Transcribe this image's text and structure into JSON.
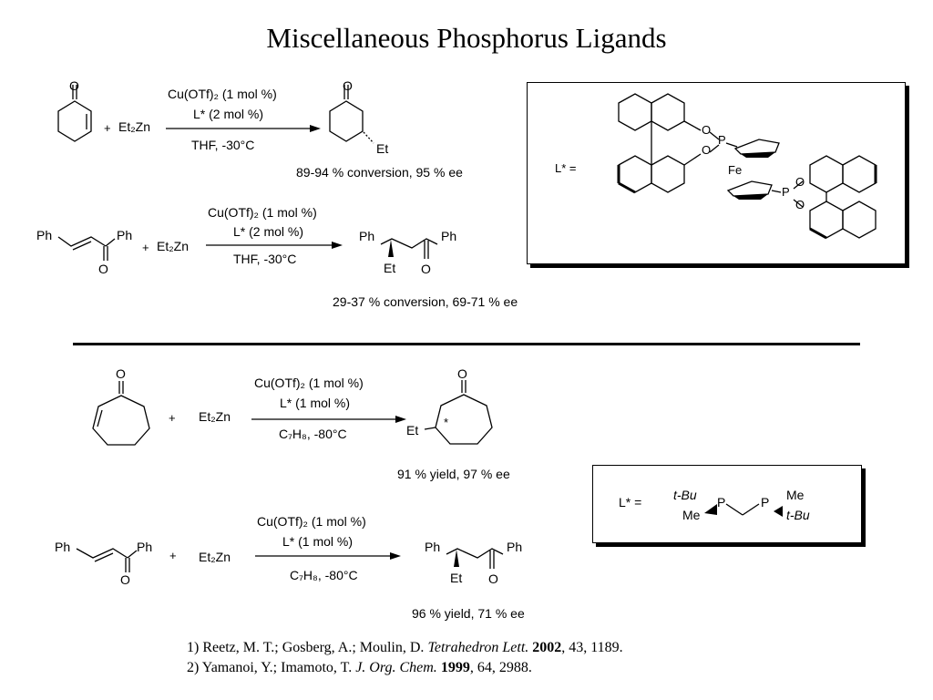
{
  "title": "Miscellaneous Phosphorus Ligands",
  "reaction1": {
    "plus": "+",
    "reagent": "Et₂Zn",
    "above_line1": "Cu(OTf)₂ (1 mol %)",
    "above_line2": "L* (2 mol %)",
    "below_line": "THF, -30°C",
    "product_label": "Et",
    "atom_o_sm": "O",
    "atom_o_prod": "O",
    "result": "89-94 % conversion, 95 % ee"
  },
  "reaction2": {
    "sm_ph_left": "Ph",
    "sm_ph_right": "Ph",
    "sm_o": "O",
    "plus": "+",
    "reagent": "Et₂Zn",
    "above_line1": "Cu(OTf)₂ (1 mol %)",
    "above_line2": "L* (2 mol %)",
    "below_line": "THF, -30°C",
    "prod_ph_left": "Ph",
    "prod_ph_right": "Ph",
    "prod_et": "Et",
    "prod_o": "O",
    "result": "29-37 % conversion, 69-71 % ee"
  },
  "ligand1": {
    "label": "L* =",
    "o1": "O",
    "o2": "O",
    "p1": "P",
    "fe": "Fe",
    "o3": "O",
    "o4": "O",
    "p2": "P"
  },
  "reaction3": {
    "plus": "+",
    "reagent": "Et₂Zn",
    "above_line1": "Cu(OTf)₂ (1 mol %)",
    "above_line2": "L* (1 mol %)",
    "below_line": "C₇H₈, -80°C",
    "atom_o_sm": "O",
    "atom_o_prod": "O",
    "prod_et": "Et",
    "stereo_star": "*",
    "result": "91 % yield, 97 % ee"
  },
  "ligand2": {
    "label": "L* =",
    "tbu_left": "t-Bu",
    "me_left": "Me",
    "p_left": "P",
    "p_right": "P",
    "me_right": "Me",
    "tbu_right": "t-Bu"
  },
  "reaction4": {
    "sm_ph_left": "Ph",
    "sm_ph_right": "Ph",
    "sm_o": "O",
    "plus": "+",
    "reagent": "Et₂Zn",
    "above_line1": "Cu(OTf)₂ (1 mol %)",
    "above_line2": "L* (1 mol %)",
    "below_line": "C₇H₈, -80°C",
    "prod_ph_left": "Ph",
    "prod_ph_right": "Ph",
    "prod_et": "Et",
    "prod_o": "O",
    "result": "96 % yield, 71 % ee"
  },
  "references": [
    {
      "num": "1)",
      "authors": "Reetz, M. T.; Gosberg, A.; Moulin, D.",
      "journal": "Tetrahedron Lett.",
      "year": "2002",
      "rest": ", 43, 1189."
    },
    {
      "num": "2)",
      "authors": "Yamanoi, Y.; Imamoto, T.",
      "journal": "J. Org. Chem.",
      "year": "1999",
      "rest": ", 64, 2988."
    }
  ]
}
